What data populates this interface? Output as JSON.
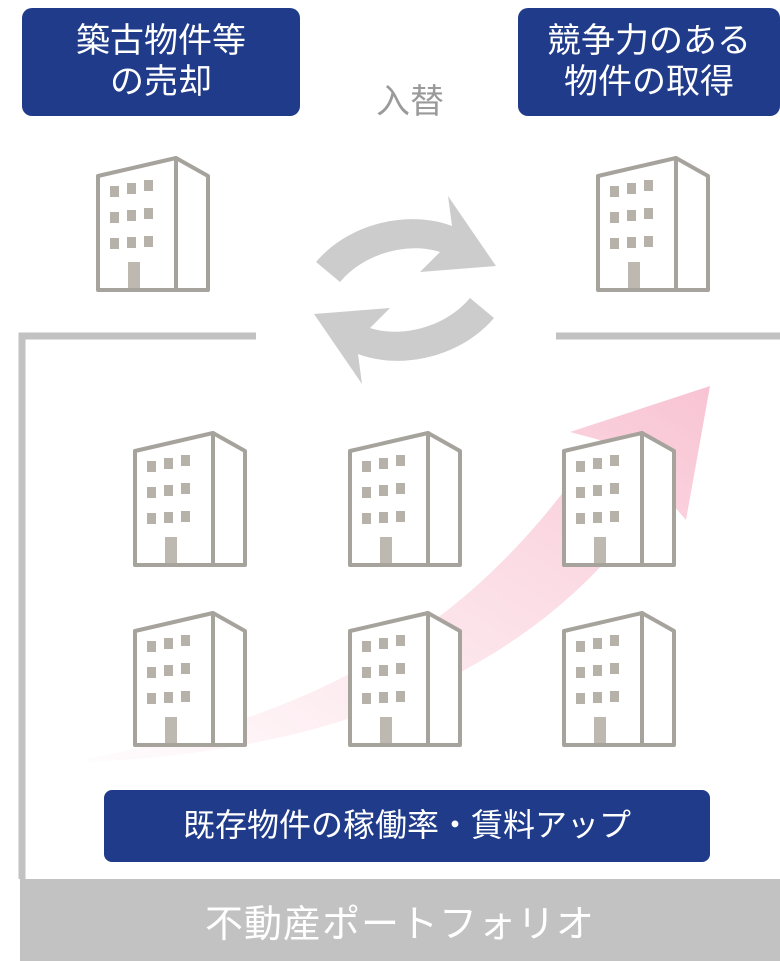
{
  "top": {
    "sell_label": [
      "築古物件等",
      "の売却"
    ],
    "buy_label": [
      "競争力のある",
      "物件の取得"
    ],
    "swap_label": "入替"
  },
  "portfolio": {
    "improvement_label": "既存物件の稼働率・賃料アップ",
    "footer_label": "不動産ポートフォリオ"
  },
  "colors": {
    "navy": "#1f3b8a",
    "gray": "#c2c2c2",
    "building": "#a6a39c",
    "window": "#b6b2aa",
    "door": "#bdb8b0",
    "arrow": "#cccccc",
    "trend_arrow": "#f9c4d2"
  },
  "icons": [
    "building-icon",
    "swap-arrows-icon",
    "upward-trend-arrow-icon"
  ]
}
